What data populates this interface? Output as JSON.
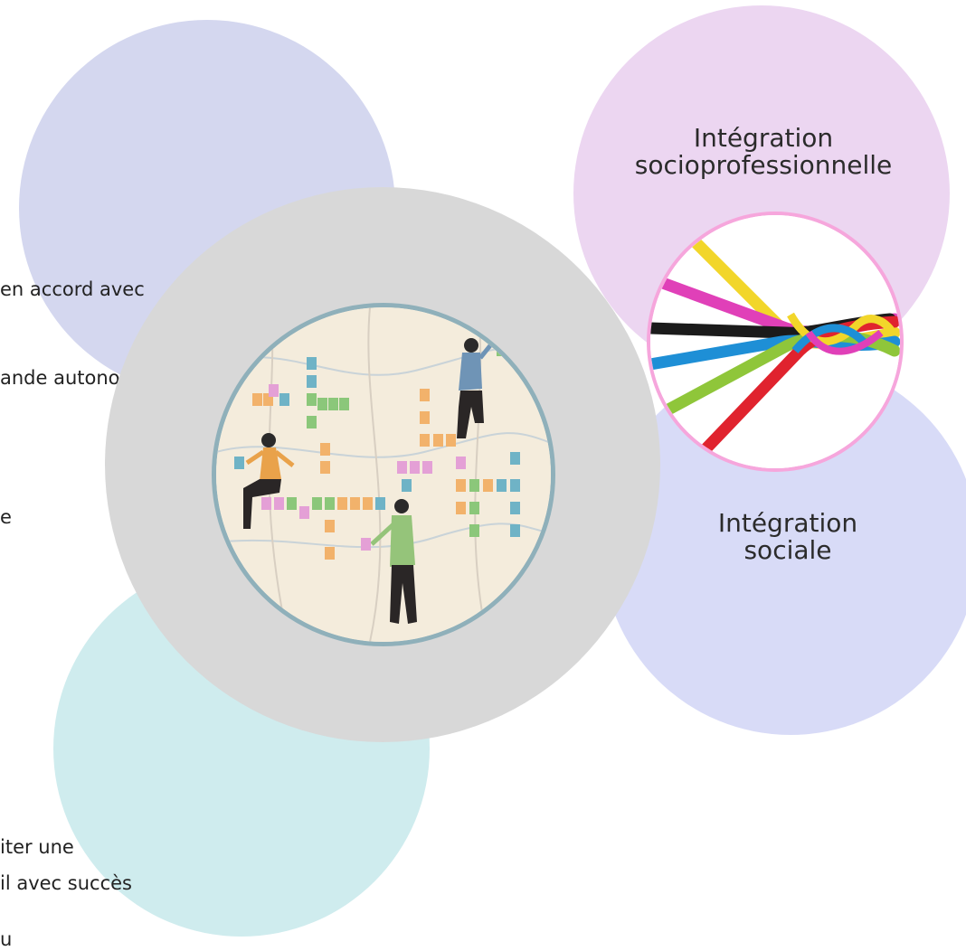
{
  "left_column": {
    "line1": "en accord avec",
    "line2": "ande autonomie",
    "line3": "e",
    "line4": "iter une",
    "line5": "il avec succès",
    "line6": "u"
  },
  "titles": {
    "socioprofessional": [
      "Intégration",
      "socioprofessionnelle"
    ],
    "social": [
      "Intégration",
      "sociale"
    ]
  },
  "colors": {
    "lavender_circle": "#d4d7ef",
    "teal_circle": "#cfecee",
    "pink_circle": "#ecd6f1",
    "periwinkle_circle": "#d8dbf7",
    "grey_circle": "#d8d8d8",
    "photo_ring": "#8fb0ba",
    "rope_ring": "#f6a6dc"
  },
  "images": {
    "center": "illustration-people-sticky-notes",
    "right": "photo-braided-colored-cords"
  }
}
